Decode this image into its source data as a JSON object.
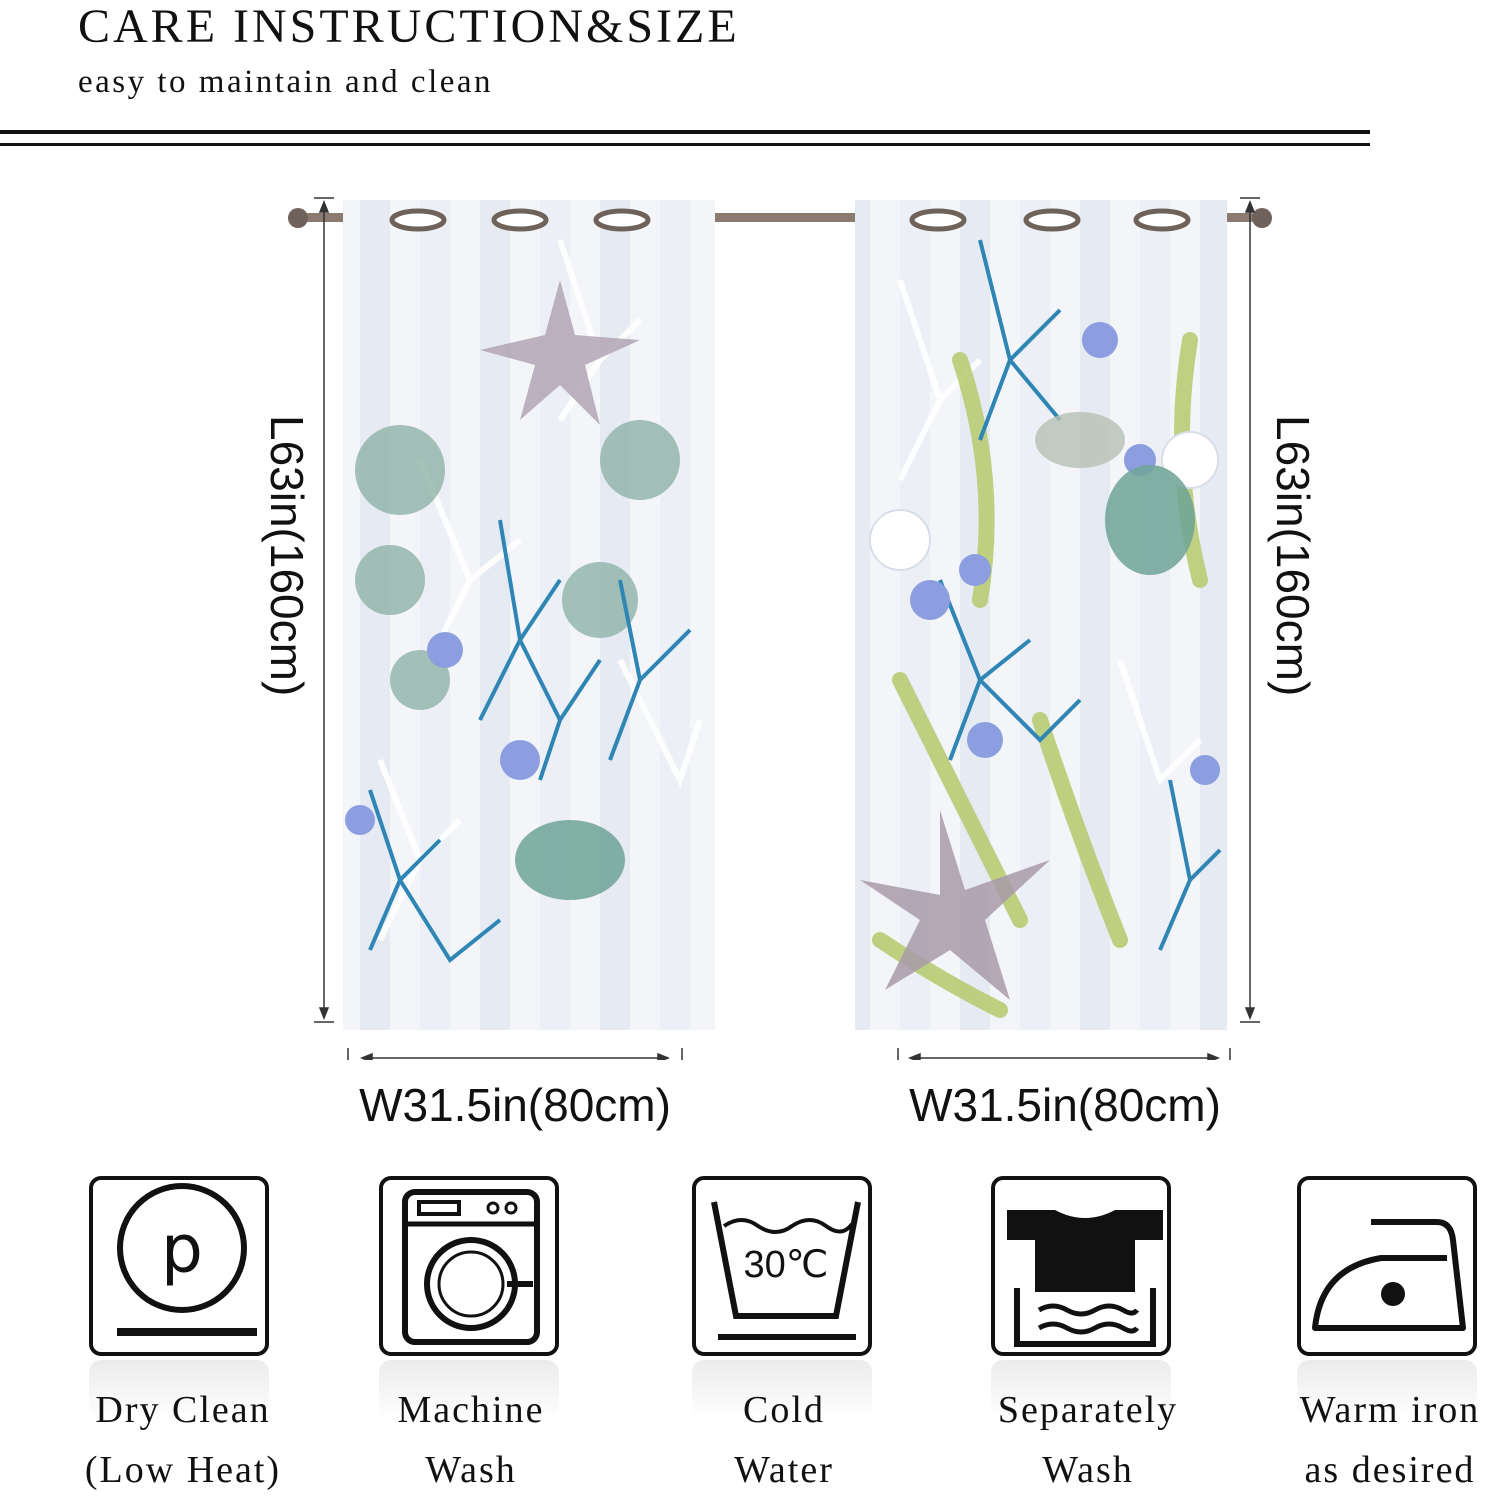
{
  "header": {
    "title": "CARE INSTRUCTION&SIZE",
    "subtitle": "easy to maintain and clean"
  },
  "dimensions": {
    "left_width": "W31.5in(80cm)",
    "right_width": "W31.5in(80cm)",
    "left_length": "L63in(160cm)",
    "right_length": "L63in(160cm)"
  },
  "care": [
    {
      "icon": "dry-clean-icon",
      "line1": "Dry Clean",
      "line2": "(Low Heat)"
    },
    {
      "icon": "washing-machine-icon",
      "line1": "Machine",
      "line2": "Wash"
    },
    {
      "icon": "wash-tub-icon",
      "line1": "Cold",
      "line2": "Water",
      "temp": "30℃"
    },
    {
      "icon": "separate-wash-icon",
      "line1": "Separately",
      "line2": "Wash"
    },
    {
      "icon": "iron-icon",
      "line1": "Warm iron",
      "line2": "as desired"
    }
  ],
  "colors": {
    "coral_blue": "#2f86b5",
    "leaf_green": "#b9cc74",
    "sage": "#8fb3a8",
    "flower_blue": "#8c9ee0",
    "curtain_bg": "#eef2f7"
  }
}
